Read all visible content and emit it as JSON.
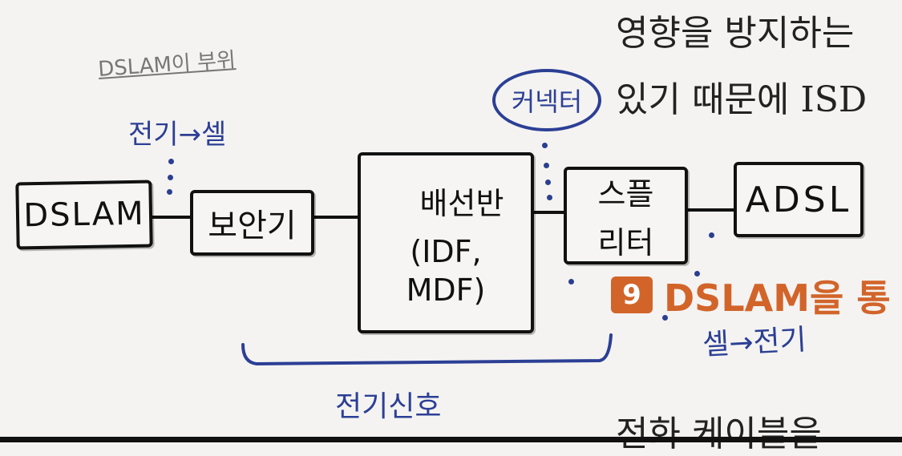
{
  "printed_text": {
    "line1": "영향을 방지하는",
    "line2": "있기 때문에 ISD",
    "line3": "전화 케이블을",
    "heading_number": "9",
    "heading_text": "DSLAM을 통"
  },
  "handwritten": {
    "top_note": "DSLAM이 부위",
    "elec_to_cell": "전기→셀",
    "connector": "커넥터",
    "cell_to_elec": "셀→전기",
    "electric_signal": "전기신호"
  },
  "boxes": {
    "dslam": "DSLAM",
    "protector": "보안기",
    "distribution_line1": "배선반",
    "distribution_line2": "(IDF,",
    "distribution_line3": "MDF)",
    "splitter_line1": "스플",
    "splitter_line2": "리터",
    "adsl": "ADSL"
  },
  "colors": {
    "ink": "#111111",
    "pen_blue": "#2c3f95",
    "heading_orange": "#d2642a",
    "paper": "#f4f3f1"
  }
}
